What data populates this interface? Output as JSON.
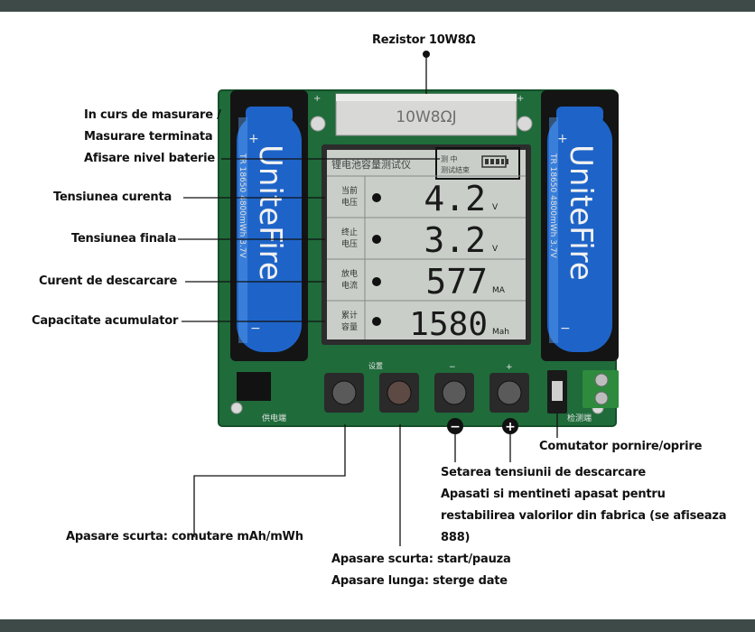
{
  "labels": {
    "resistor": "Rezistor 10W8Ω",
    "measuring_1": "In curs de masurare /",
    "measuring_2": "Masurare terminata",
    "battery_level": "Afisare nivel baterie",
    "current_voltage": "Tensiunea curenta",
    "final_voltage": "Tensiunea finala",
    "discharge_current": "Curent de descarcare",
    "capacity": "Capacitate acumulator",
    "power_switch": "Comutator pornire/oprire",
    "discharge_setting_1": "Setarea tensiunii de descarcare",
    "discharge_setting_2": "Apasati si mentineti apasat pentru",
    "discharge_setting_3": "restabilirea valorilor din fabrica (se afiseaza",
    "discharge_setting_4": "888)",
    "short_press_mah": "Apasare scurta: comutare mAh/mWh",
    "short_press_start": "Apasare scurta: start/pauza",
    "long_press_clear": "Apasare lunga: sterge date"
  },
  "device": {
    "resistor_marking": "10W8ΩJ",
    "battery_brand": "UniteFire",
    "battery_spec": "TR 18650 4800mWh 3.7V",
    "lcd_title": "锂电池容量测试仪",
    "lcd_status_1": "测 中",
    "lcd_status_2": "测试结束",
    "rows": [
      {
        "cn1": "当前",
        "cn2": "电压",
        "value": "4.2",
        "unit": "V"
      },
      {
        "cn1": "终止",
        "cn2": "电压",
        "value": "3.2",
        "unit": "V"
      },
      {
        "cn1": "放电",
        "cn2": "电流",
        "value": "577",
        "unit": "MA"
      },
      {
        "cn1": "累计",
        "cn2": "容量",
        "value": "1580",
        "unit": "Mah"
      }
    ],
    "btn_label_set": "设置",
    "btn_label_minus": "−",
    "btn_label_plus": "+",
    "minus_symbol": "−",
    "plus_symbol": "+",
    "pcb_power": "供电端",
    "pcb_test": "检测端"
  },
  "colors": {
    "pcb": "#1f6b3a",
    "lcd": "#c9cfc8",
    "battery": "#1e64c8",
    "bars": "#3e4a47"
  }
}
